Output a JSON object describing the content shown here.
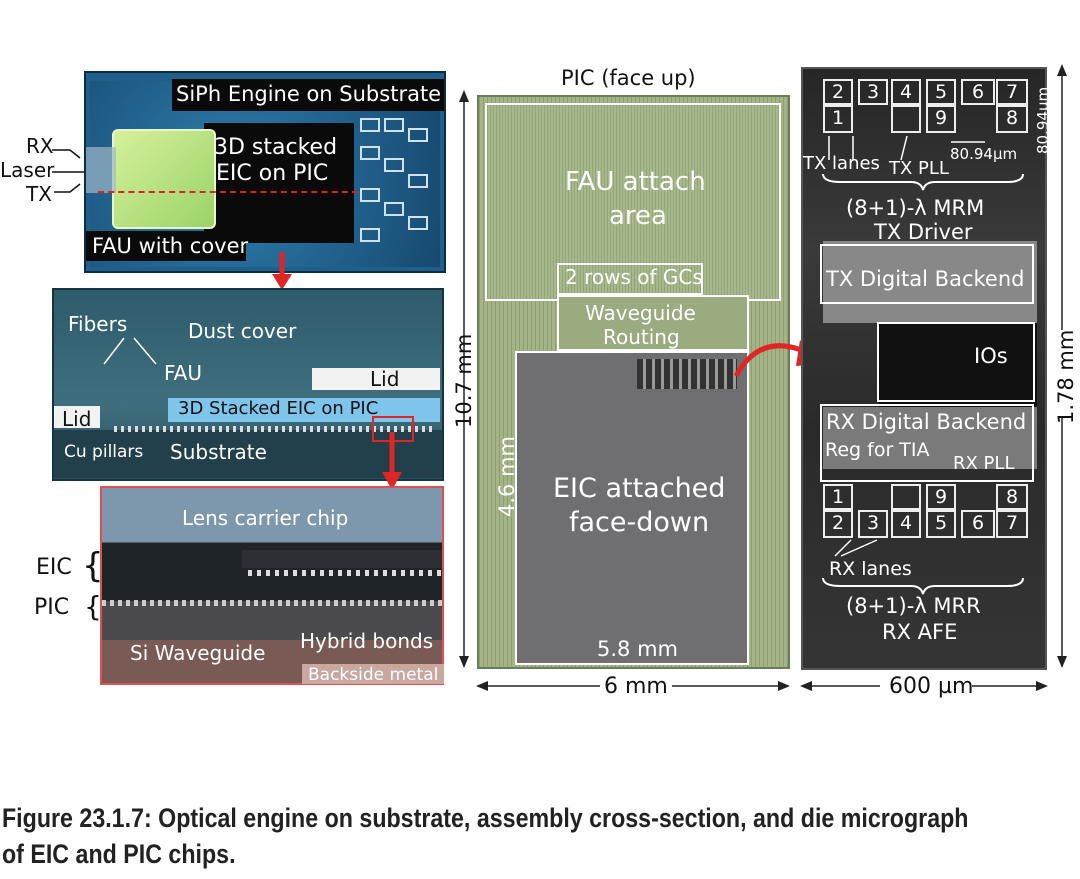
{
  "panel_a": {
    "title": "SiPh Engine on Substrate",
    "stack_label_1": "3D stacked",
    "stack_label_2": "EIC on PIC",
    "rx": "RX",
    "laser": "Laser",
    "tx": "TX",
    "fau_label": "FAU with cover"
  },
  "panel_b": {
    "fibers": "Fibers",
    "dust_cover": "Dust cover",
    "fau": "FAU",
    "lid_right": "Lid",
    "lid_left": "Lid",
    "stacked": "3D Stacked EIC on PIC",
    "cu_pillars": "Cu pillars",
    "substrate": "Substrate"
  },
  "panel_c": {
    "lens": "Lens carrier chip",
    "eic": "EIC",
    "pic": "PIC",
    "si_waveguide": "Si Waveguide",
    "hybrid_bonds": "Hybrid bonds",
    "backside_metal": "Backside metal"
  },
  "pic_die": {
    "title": "PIC (face up)",
    "fau_area_1": "FAU attach",
    "fau_area_2": "area",
    "gcs": "2 rows of GCs",
    "wg_1": "Waveguide",
    "wg_2": "Routing",
    "eic_1": "EIC attached",
    "eic_2": "face-down",
    "height_total": "10.7 mm",
    "height_eic": "4.6 mm",
    "width_eic": "5.8 mm",
    "width_total": "6 mm"
  },
  "eic_die": {
    "tx_top_cells": [
      "2",
      "3",
      "4",
      "5",
      "6",
      "7"
    ],
    "tx_bottom_cells": [
      "1",
      "9",
      "8"
    ],
    "tx_lanes": "TX lanes",
    "tx_pll": "TX PLL",
    "pitch": "80.94µm",
    "pitch_v": "80.94µm",
    "tx_mrm_1": "(8+1)-λ MRM",
    "tx_mrm_2": "TX Driver",
    "tx_backend": "TX Digital Backend",
    "ios": "IOs",
    "rx_backend": "RX Digital Backend",
    "reg_tia": "Reg for TIA",
    "rx_pll": "RX PLL",
    "rx_top_cells": [
      "1",
      "9",
      "8"
    ],
    "rx_bottom_cells": [
      "2",
      "3",
      "4",
      "5",
      "6",
      "7"
    ],
    "rx_lanes": "RX lanes",
    "rx_mrr_1": "(8+1)-λ MRR",
    "rx_mrr_2": "RX AFE",
    "height": "1.78 mm",
    "width": "600 µm"
  },
  "caption": {
    "line1": "Figure 23.1.7: Optical engine on substrate, assembly cross-section, and die micrograph",
    "line2": "of EIC and PIC chips."
  }
}
